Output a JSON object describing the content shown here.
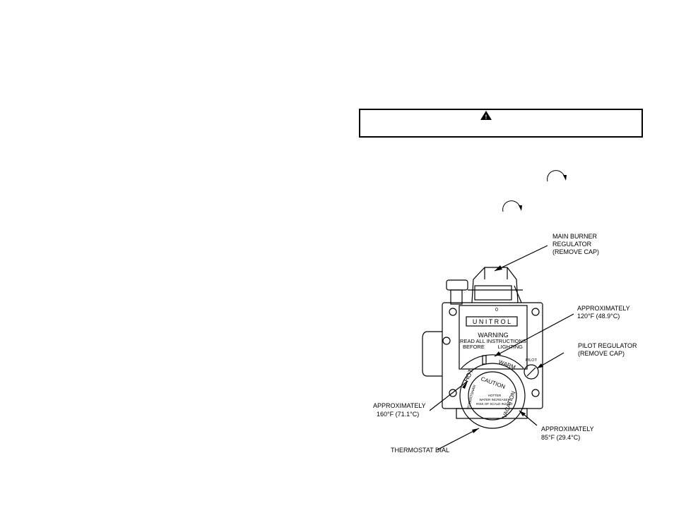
{
  "warning_box": {
    "icon": "warning-triangle-icon",
    "icon_glyph": "!"
  },
  "rotation_arrows": [
    {
      "icon": "clockwise-arrow-icon"
    },
    {
      "icon": "clockwise-arrow-icon"
    }
  ],
  "diagram": {
    "valve": {
      "brand": "U N I T R O L",
      "top_mark": "0",
      "warning_title": "WARNING",
      "warning_line1": "READ ALL INSTRUCTIONS",
      "warning_before": "BEFORE",
      "warning_lighting": "LIGHTING",
      "pilot_label": "PILOT"
    },
    "dial": {
      "caution": "CAUTION",
      "hot": "HOT",
      "warm": "WARM",
      "vacation": "VACATION",
      "maker": "ROBERTSHAW",
      "small_text": [
        "HOTTER",
        "WATER INCREASES",
        "RISK OF SCALD INJURY"
      ]
    },
    "callouts": {
      "main_burner": [
        "MAIN BURNER",
        "REGULATOR",
        "(REMOVE CAP)"
      ],
      "approx_120": [
        "APPROXIMATELY",
        "120°F (48.9°C)"
      ],
      "pilot_regulator": [
        "PILOT REGULATOR",
        "(REMOVE CAP)"
      ],
      "approx_160": [
        "APPROXIMATELY",
        "160°F (71.1°C)"
      ],
      "approx_85": [
        "APPROXIMATELY",
        "85°F (29.4°C)"
      ],
      "thermostat_dial": "THERMOSTAT DIAL"
    }
  }
}
